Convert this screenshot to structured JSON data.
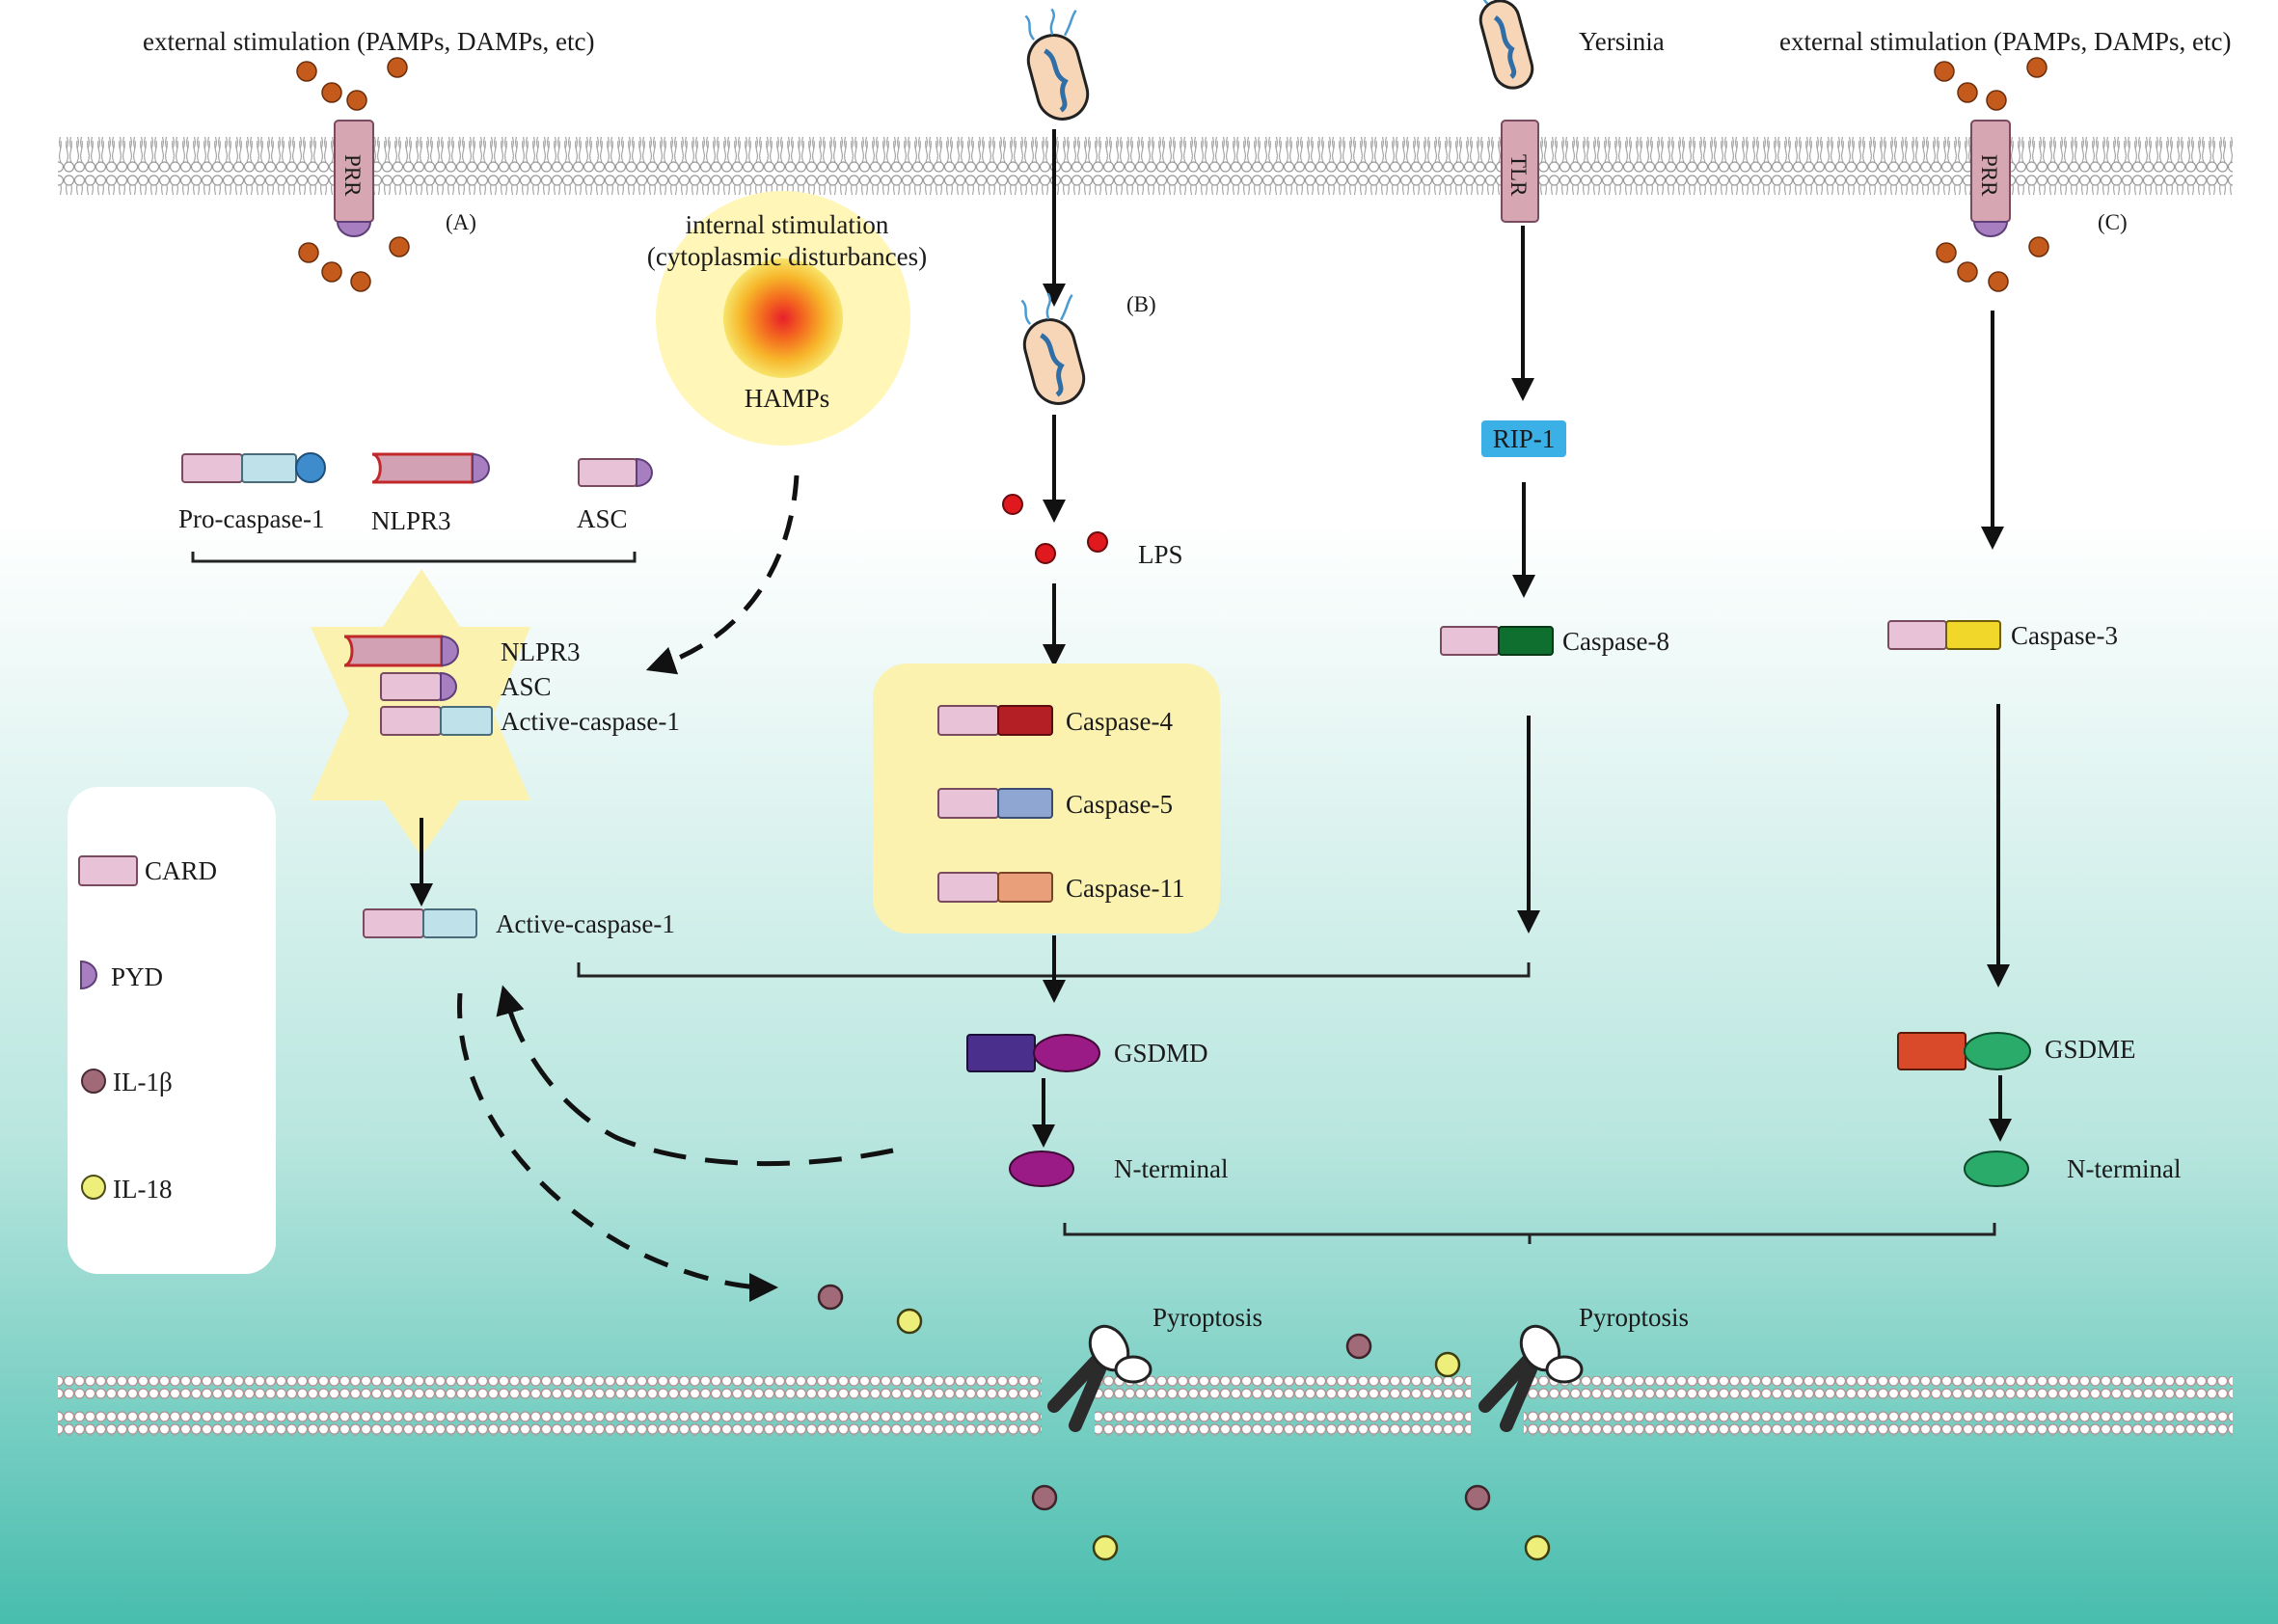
{
  "colors": {
    "bg_top": "#ffffff",
    "bg_bottom": "#4cbfb0",
    "card": "#e8c3d8",
    "card_stroke": "#7a4a5f",
    "pyd": "#a77ec0",
    "pro_caspase1_cap": "#3f8ccc",
    "active_caspase1": "#bfe1ea",
    "nlpr3_body": "#d2a1b4",
    "nlpr3_edge": "#c0282a",
    "caspase4": "#b31f24",
    "caspase5": "#8fa6d3",
    "caspase11": "#ea9f7b",
    "caspase8": "#0e6f2e",
    "caspase3": "#f2d72b",
    "gsdmd_n": "#9b1b86",
    "gsdmd_c": "#4a2f8c",
    "gsdme_n": "#2bab6a",
    "gsdme_c": "#d94a2a",
    "il1b": "#a16a79",
    "il18": "#eeef7a",
    "pamp": "#c45a1c",
    "lps": "#e0191f",
    "rip1": "#3ab0e6",
    "receptor": "#d7a6b3",
    "highlight": "#fff4b3"
  },
  "top_membrane": {
    "left_stimulus": "external stimulation (PAMPs, DAMPs, etc)",
    "right_stimulus": "external stimulation (PAMPs, DAMPs, etc)",
    "receptor_left": "PRR",
    "receptor_right": "PRR",
    "receptor_tlr": "TLR",
    "yersinia": "Yersinia",
    "label_a": "(A)",
    "label_b": "(B)",
    "label_c": "(C)"
  },
  "pathway_a": {
    "internal_stim_line1": "internal stimulation",
    "internal_stim_line2": "(cytoplasmic disturbances)",
    "hamps": "HAMPs",
    "pro_caspase1": "Pro-caspase-1",
    "nlpr3": "NLPR3",
    "asc": "ASC",
    "complex_nlpr3": "NLPR3",
    "complex_asc": "ASC",
    "complex_active_caspase1": "Active-caspase-1",
    "active_caspase1": "Active-caspase-1"
  },
  "pathway_b": {
    "lps": "LPS",
    "caspase4": "Caspase-4",
    "caspase5": "Caspase-5",
    "caspase11": "Caspase-11"
  },
  "pathway_yersinia": {
    "rip1": "RIP-1",
    "caspase8": "Caspase-8"
  },
  "pathway_c": {
    "caspase3": "Caspase-3",
    "gsdme": "GSDME",
    "n_terminal": "N-terminal"
  },
  "gsdmd": {
    "gsdmd": "GSDMD",
    "n_terminal": "N-terminal"
  },
  "bottom": {
    "pyroptosis_left": "Pyroptosis",
    "pyroptosis_right": "Pyroptosis"
  },
  "legend": {
    "card": "CARD",
    "pyd": "PYD",
    "il1b": "IL-1β",
    "il18": "IL-18"
  }
}
